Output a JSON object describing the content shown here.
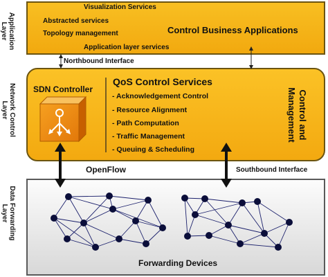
{
  "layers": {
    "application": "Application Layer",
    "network_control": "Network Control Layer",
    "data_forwarding": "Data Forwarding Layer"
  },
  "app_layer": {
    "visualization": "Visualization Services",
    "abstracted": "Abstracted services",
    "topology": "Topology management",
    "app_services": "Application layer services",
    "control_business": "Control Business Applications"
  },
  "interfaces": {
    "northbound": "Northbound Interface",
    "openflow": "OpenFlow",
    "southbound": "Southbound Interface"
  },
  "control_layer": {
    "sdn_controller": "SDN Controller",
    "qos_title": "QoS Control Services",
    "qos_items": [
      "- Acknowledgement Control",
      "- Resource Alignment",
      "- Path Computation",
      "- Traffic Management",
      "- Queuing & Scheduling"
    ],
    "control_management_line1": "Control and",
    "control_management_line2": "Management"
  },
  "forwarding": {
    "label": "Forwarding Devices"
  },
  "colors": {
    "layer_orange": "#f5b318",
    "controller_orange": "#f28a12",
    "node_navy": "#0b0e3a",
    "forwarding_gray": "#e6e6e6"
  },
  "icons": [
    "controller-cube-icon",
    "network-node-icon"
  ]
}
